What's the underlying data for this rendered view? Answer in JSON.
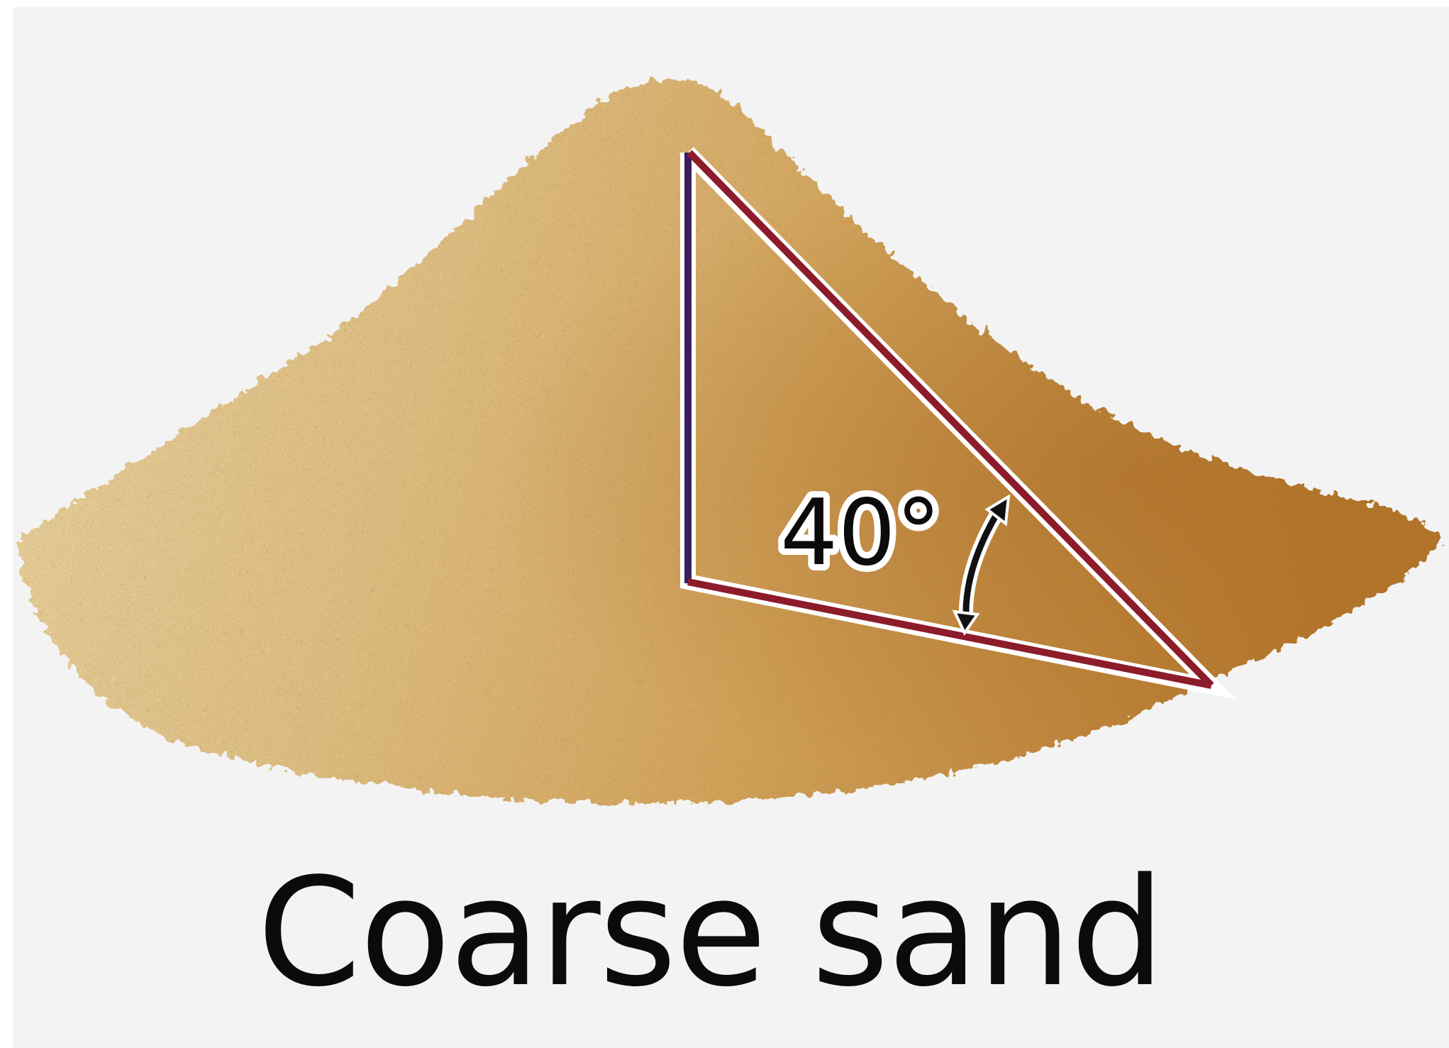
{
  "diagram": {
    "angle_label": "40°",
    "caption": "Coarse sand",
    "angle_value_degrees": 40
  },
  "colors": {
    "background": "#f3f3f3",
    "sand_light": "#e3c590",
    "sand_mid": "#d4a55e",
    "sand_dark": "#b9782d",
    "triangle_red": "#8c1c2a",
    "triangle_purple": "#3a1f5c",
    "text": "#0b0b0b"
  },
  "icons": {
    "angle_arrow": "curved-double-arrow-icon"
  }
}
